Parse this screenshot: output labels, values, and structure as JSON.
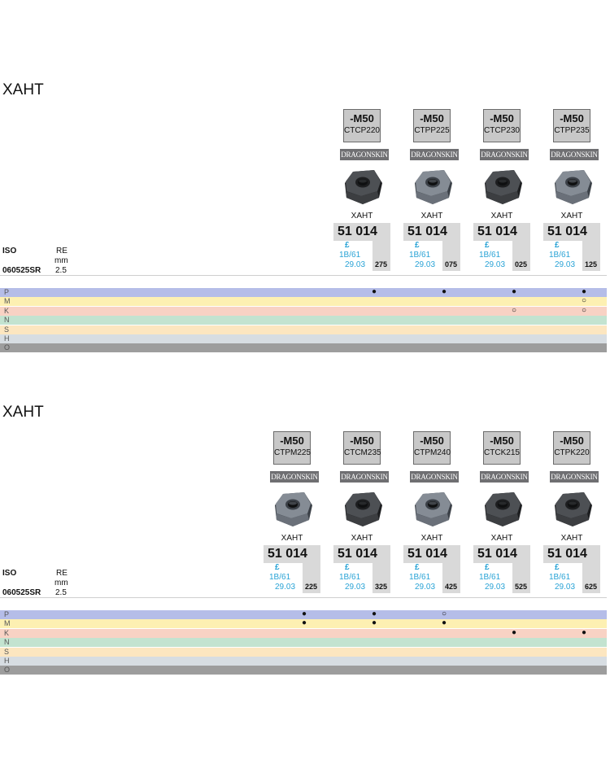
{
  "colors": {
    "P": "#b5bde8",
    "M": "#fdf0b2",
    "K": "#f8d2c4",
    "N": "#c3e3d0",
    "S": "#fce6c0",
    "H": "#d7dde2",
    "O": "#9d9d9d"
  },
  "header": {
    "iso": "ISO",
    "re": "RE",
    "mm": "mm",
    "size": "060525SR",
    "re_value": "2.5"
  },
  "materials": [
    "P",
    "M",
    "K",
    "N",
    "S",
    "H",
    "O"
  ],
  "sections": [
    {
      "title": "XAHT",
      "items": [
        {
          "geometry": "-M50",
          "grade": "CTCP220",
          "brand": "DRAGONSKIN",
          "insert": "XAHT",
          "order": "51 014 ...",
          "pound": "£",
          "cat": "1B/61",
          "price": "29.03",
          "suffix": "275",
          "marks": {
            "P": "●"
          }
        },
        {
          "geometry": "-M50",
          "grade": "CTPP225",
          "brand": "DRAGONSKIN",
          "insert": "XAHT",
          "order": "51 014 ...",
          "pound": "£",
          "cat": "1B/61",
          "price": "29.03",
          "suffix": "075",
          "marks": {
            "P": "●"
          }
        },
        {
          "geometry": "-M50",
          "grade": "CTCP230",
          "brand": "DRAGONSKIN",
          "insert": "XAHT",
          "order": "51 014 ...",
          "pound": "£",
          "cat": "1B/61",
          "price": "29.03",
          "suffix": "025",
          "marks": {
            "P": "●",
            "K": "○"
          }
        },
        {
          "geometry": "-M50",
          "grade": "CTPP235",
          "brand": "DRAGONSKIN",
          "insert": "XAHT",
          "order": "51 014 ...",
          "pound": "£",
          "cat": "1B/61",
          "price": "29.03",
          "suffix": "125",
          "marks": {
            "P": "●",
            "M": "○",
            "K": "○"
          }
        }
      ]
    },
    {
      "title": "XAHT",
      "items": [
        {
          "geometry": "-M50",
          "grade": "CTPM225",
          "brand": "DRAGONSKIN",
          "insert": "XAHT",
          "order": "51 014 ...",
          "pound": "£",
          "cat": "1B/61",
          "price": "29.03",
          "suffix": "225",
          "marks": {
            "P": "●",
            "M": "●"
          }
        },
        {
          "geometry": "-M50",
          "grade": "CTCM235",
          "brand": "DRAGONSKIN",
          "insert": "XAHT",
          "order": "51 014 ...",
          "pound": "£",
          "cat": "1B/61",
          "price": "29.03",
          "suffix": "325",
          "marks": {
            "P": "●",
            "M": "●"
          }
        },
        {
          "geometry": "-M50",
          "grade": "CTPM240",
          "brand": "DRAGONSKIN",
          "insert": "XAHT",
          "order": "51 014 ...",
          "pound": "£",
          "cat": "1B/61",
          "price": "29.03",
          "suffix": "425",
          "marks": {
            "P": "○",
            "M": "●"
          }
        },
        {
          "geometry": "-M50",
          "grade": "CTCK215",
          "brand": "DRAGONSKIN",
          "insert": "XAHT",
          "order": "51 014 ...",
          "pound": "£",
          "cat": "1B/61",
          "price": "29.03",
          "suffix": "525",
          "marks": {
            "K": "●"
          }
        },
        {
          "geometry": "-M50",
          "grade": "CTPK220",
          "brand": "DRAGONSKIN",
          "insert": "XAHT",
          "order": "51 014 ...",
          "pound": "£",
          "cat": "1B/61",
          "price": "29.03",
          "suffix": "625",
          "marks": {
            "K": "●"
          }
        }
      ]
    }
  ]
}
